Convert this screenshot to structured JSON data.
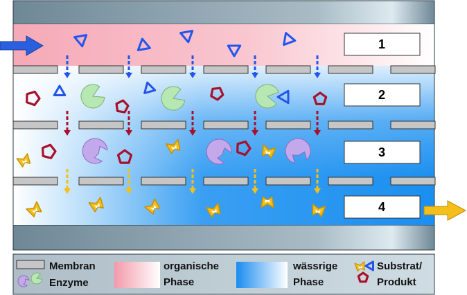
{
  "stage_labels": [
    "1",
    "2",
    "3",
    "4"
  ],
  "legend": {
    "membrane": "Membran",
    "enzymes": "Enzyme",
    "organic_line1": "organische",
    "organic_line2": "Phase",
    "aqueous_line1": "wässrige",
    "aqueous_line2": "Phase",
    "substrate_line1": "Substrat/",
    "substrate_line2": "Produkt"
  },
  "colors": {
    "organic_phase": "#f7aab8",
    "aqueous_phase": "#1a8ff0",
    "substrate": "#2255ee",
    "intermediate": "#a8102a",
    "product": "#f5bf1a",
    "enzyme_green": "#b7e8b3",
    "enzyme_purple": "#c4a8ec",
    "membrane": "#c6c6c6",
    "flow_in": "#2a60dd",
    "flow_out": "#f5bf1a"
  },
  "icons": [
    "flow-in-arrow",
    "flow-out-arrow",
    "triangle-substrate",
    "pentagon-intermediate",
    "chevron-product",
    "pacman-enzyme"
  ]
}
